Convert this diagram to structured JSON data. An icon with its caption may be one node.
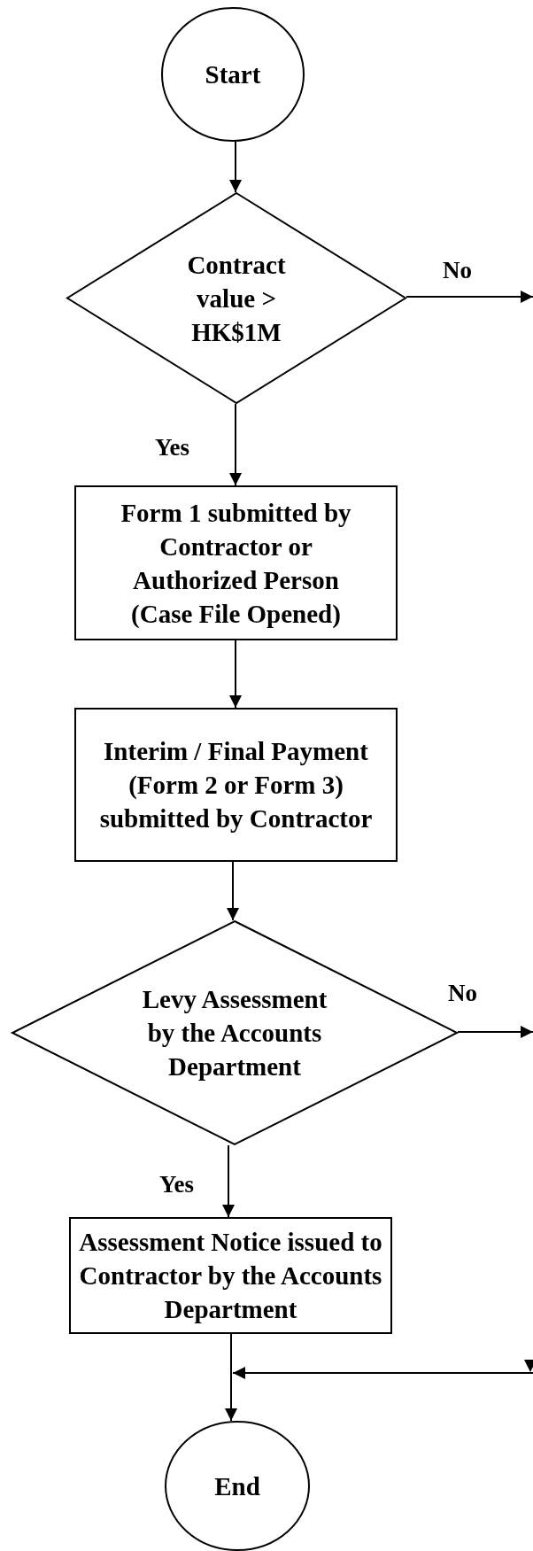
{
  "diagram": {
    "nodes": [
      {
        "text": [
          "Start"
        ]
      },
      {
        "text": [
          "Contract value > HK$1M"
        ]
      },
      {
        "text": [
          "Form 1 submitted by Contractor or Authorized Person (Case File Opened)"
        ]
      },
      {
        "text": [
          "Interim / Final Payment (Form 2 or Form 3) submitted by Contractor"
        ]
      },
      {
        "text": [
          "Levy Assessment by the Accounts Department"
        ]
      },
      {
        "text": [
          "Assessment Notice issued to Contractor by the Accounts Department"
        ]
      },
      {
        "text": [
          "End"
        ]
      }
    ],
    "edges": [
      {
        "from": 0,
        "to": 1,
        "arrow": "to"
      },
      {
        "from": 1,
        "to": null,
        "arrow": "to",
        "label": "No"
      },
      {
        "from": 1,
        "to": 2,
        "arrow": "to",
        "label": "Yes"
      },
      {
        "from": 2,
        "to": 3,
        "arrow": "to"
      },
      {
        "from": 3,
        "to": 4,
        "arrow": "to"
      },
      {
        "from": 4,
        "to": null,
        "arrow": "to",
        "label": "No"
      },
      {
        "from": 4,
        "to": 5,
        "arrow": "to",
        "label": "Yes"
      },
      {
        "from": 5,
        "to": 6,
        "arrow": "to"
      },
      {
        "from": null,
        "to": 6,
        "arrow": "to"
      }
    ]
  }
}
